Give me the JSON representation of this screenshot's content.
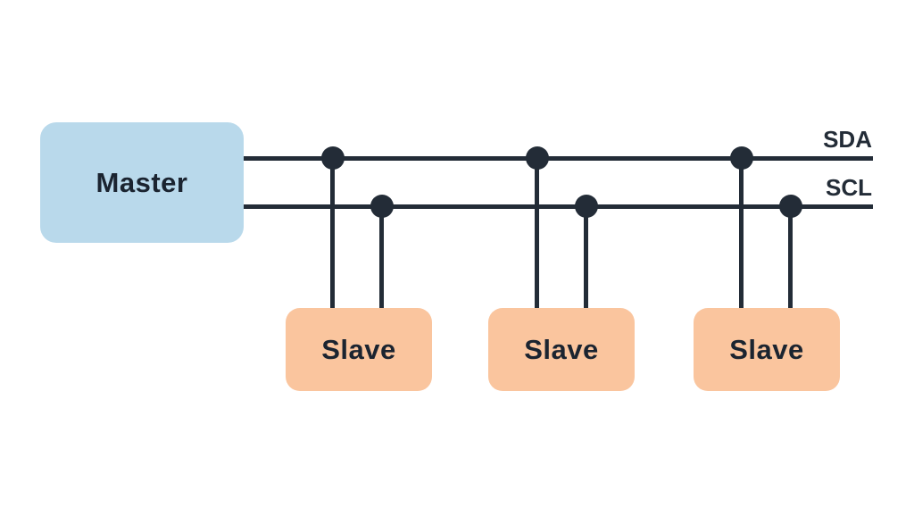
{
  "diagram": {
    "kind": "i2c-bus-topology",
    "master": {
      "label": "Master"
    },
    "slaves": [
      {
        "label": "Slave"
      },
      {
        "label": "Slave"
      },
      {
        "label": "Slave"
      }
    ],
    "buses": [
      {
        "label": "SDA"
      },
      {
        "label": "SCL"
      }
    ]
  },
  "colors": {
    "background": "#ffffff",
    "master_fill": "#b9d9eb",
    "slave_fill": "#fac59e",
    "wire": "#232c37",
    "text": "#1b2430"
  }
}
